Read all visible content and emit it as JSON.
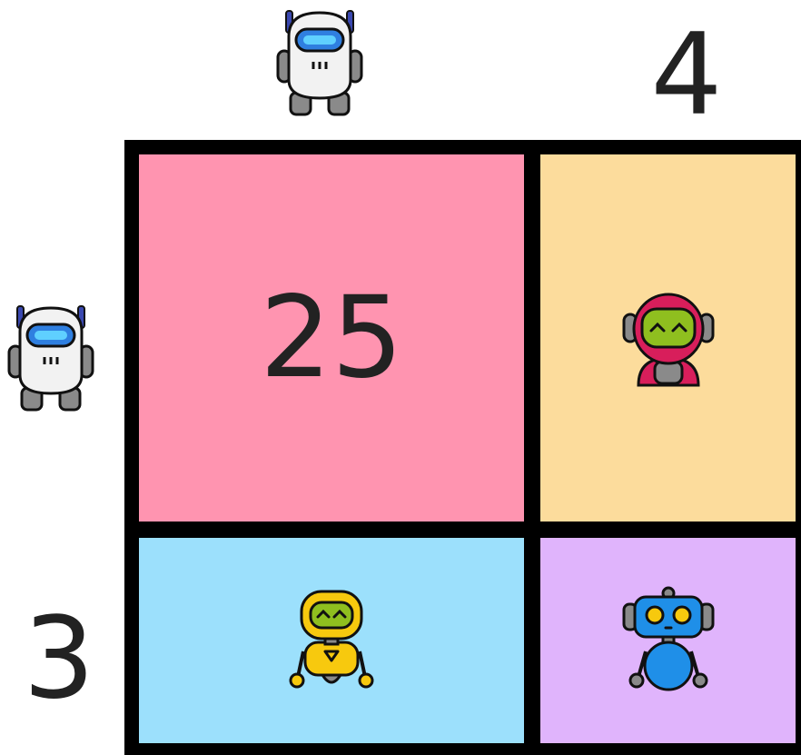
{
  "header": {
    "col_robot_icon": "white-robot",
    "col_label": "4"
  },
  "side": {
    "row_robot_icon": "white-robot",
    "row_label": "3"
  },
  "grid": {
    "cells": [
      {
        "position": "top-left",
        "value": "25",
        "color": "#FF94B0"
      },
      {
        "position": "top-right",
        "icon": "red-robot",
        "color": "#FCDC9C"
      },
      {
        "position": "bottom-left",
        "icon": "yellow-robot",
        "color": "#9CE0FC"
      },
      {
        "position": "bottom-right",
        "icon": "blue-robot",
        "color": "#E0B4FC"
      }
    ]
  }
}
